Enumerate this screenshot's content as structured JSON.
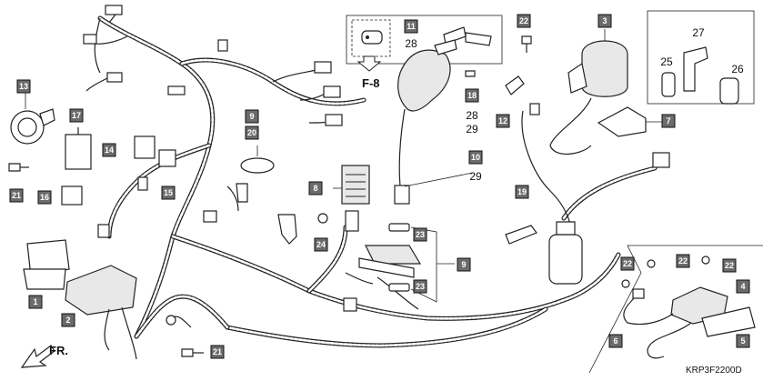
{
  "diagram_code": "KRP3F2200D",
  "direction_label": "FR.",
  "reference_label": "F-8",
  "callouts": [
    "1",
    "2",
    "3",
    "4",
    "5",
    "6",
    "7",
    "8",
    "9",
    "9",
    "10",
    "11",
    "12",
    "13",
    "14",
    "15",
    "16",
    "17",
    "19",
    "20",
    "21",
    "21",
    "22",
    "22",
    "22",
    "22",
    "23",
    "23",
    "24"
  ],
  "plain_labels": [
    "25",
    "26",
    "27",
    "28",
    "28",
    "29",
    "29",
    "18"
  ],
  "colors": {
    "callout_fill": "#6b6b6b",
    "line": "#222222",
    "background": "#ffffff"
  }
}
